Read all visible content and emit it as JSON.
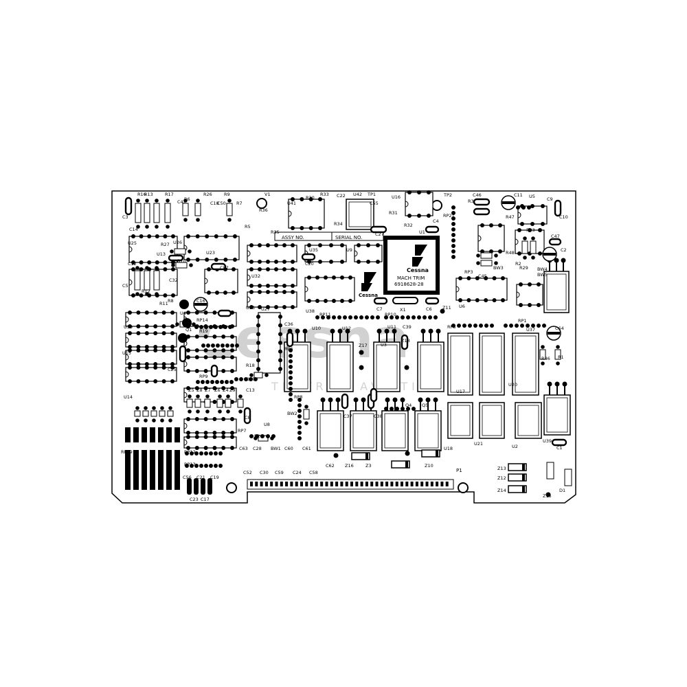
{
  "board": {
    "assy_label": "ASSY NO.",
    "serial_label": "SERIAL NO.",
    "logo_brand": "Cessna",
    "logo_brand_small": "Cessna",
    "chip_title": "MACH TRIM",
    "chip_part": "6918628-28",
    "connector_label": "P1",
    "watermark_line1": "Cessna",
    "watermark_line2": "TEXTRON AVIATION"
  },
  "labels": [
    "R16",
    "R13",
    "R17",
    "R26",
    "R6",
    "R9",
    "R7",
    "C3",
    "C42",
    "C18",
    "C50",
    "C14",
    "C12",
    "R36",
    "V1",
    "U41",
    "R30",
    "R33",
    "C22",
    "U42",
    "TP1",
    "C55",
    "U16",
    "TP2",
    "C46",
    "C11",
    "U5",
    "C9",
    "R31",
    "C10",
    "R5",
    "R35",
    "R34",
    "C27",
    "R32",
    "C4",
    "RP21",
    "R3",
    "C47",
    "U1",
    "R27",
    "U26",
    "U23",
    "U25",
    "U13",
    "R10",
    "C57",
    "C20",
    "U35",
    "U9",
    "R47",
    "R23",
    "R48",
    "C2",
    "C5",
    "R12",
    "R11",
    "R8",
    "C16",
    "C7",
    "X1",
    "C6",
    "Z11",
    "U6",
    "BW3",
    "R29",
    "BW4",
    "BW5",
    "RP3",
    "C45",
    "R2",
    "U32",
    "U33",
    "U27",
    "U38",
    "RP11",
    "RP10",
    "RP8",
    "RP1",
    "U37",
    "C64",
    "U4",
    "RP14",
    "Q1",
    "Q6",
    "R19",
    "U30",
    "C36",
    "U10",
    "U12",
    "U11",
    "C39",
    "U3",
    "U15",
    "RP6",
    "Z17",
    "Z18",
    "R46",
    "R1",
    "RP9",
    "R18",
    "D10",
    "C13",
    "Z5",
    "Z8",
    "Z7",
    "Z6",
    "Z4",
    "Z9",
    "U14",
    "RP8",
    "BW2",
    "C8",
    "U8",
    "RP7",
    "R28",
    "C37",
    "C38",
    "Q5",
    "Q4",
    "U17",
    "U20",
    "U21",
    "U2",
    "U18",
    "U39",
    "C1",
    "RP12",
    "RP13",
    "RP19",
    "C63",
    "C28",
    "BW1",
    "C60",
    "C61",
    "C52",
    "C30",
    "C59",
    "C24",
    "C58",
    "C62",
    "Z16",
    "Z3",
    "Z10",
    "Z13",
    "Z12",
    "Z14",
    "D1",
    "Z15",
    "C56",
    "C21",
    "C19",
    "C23",
    "C17",
    "C32",
    "C25"
  ]
}
